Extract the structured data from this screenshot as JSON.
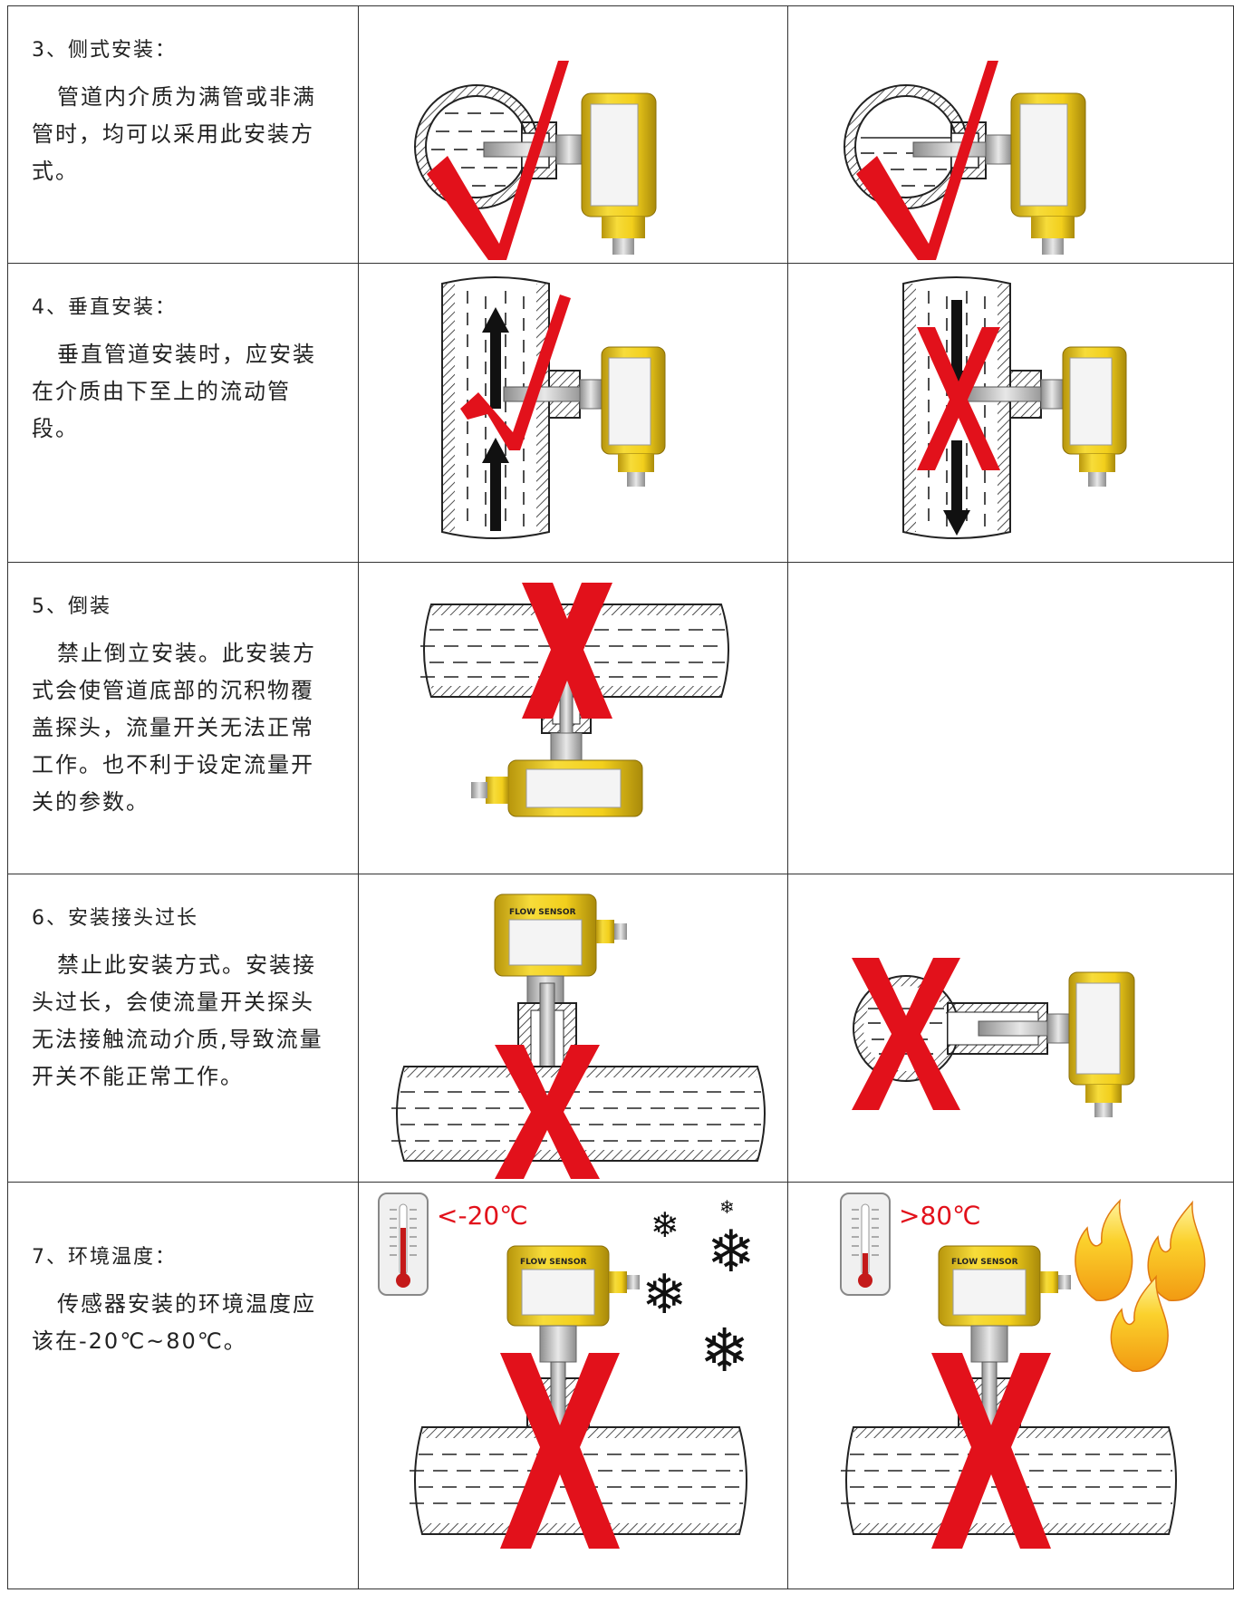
{
  "rows": [
    {
      "title": "3、侧式安装：",
      "body": "管道内介质为满管或非满管时，均可以采用此安装方式。"
    },
    {
      "title": "4、垂直安装：",
      "body": "垂直管道安装时，应安装在介质由下至上的流动管段。"
    },
    {
      "title": "5、倒装",
      "body": "禁止倒立安装。此安装方式会使管道底部的沉积物覆盖探头，流量开关无法正常工作。也不利于设定流量开关的参数。"
    },
    {
      "title": "6、安装接头过长",
      "body": "禁止此安装方式。安装接头过长，会使流量开关探头无法接触流动介质,导致流量开关不能正常工作。"
    },
    {
      "title": "7、环境温度：",
      "body": "传感器安装的环境温度应该在-20℃~80℃。"
    }
  ],
  "sensor_label": "FLOW SENSOR",
  "temp_low": "<-20℃",
  "temp_high": ">80℃",
  "colors": {
    "mark_red": "#e2111b",
    "sensor_yellow": "#f2cf1c",
    "line": "#222222"
  }
}
